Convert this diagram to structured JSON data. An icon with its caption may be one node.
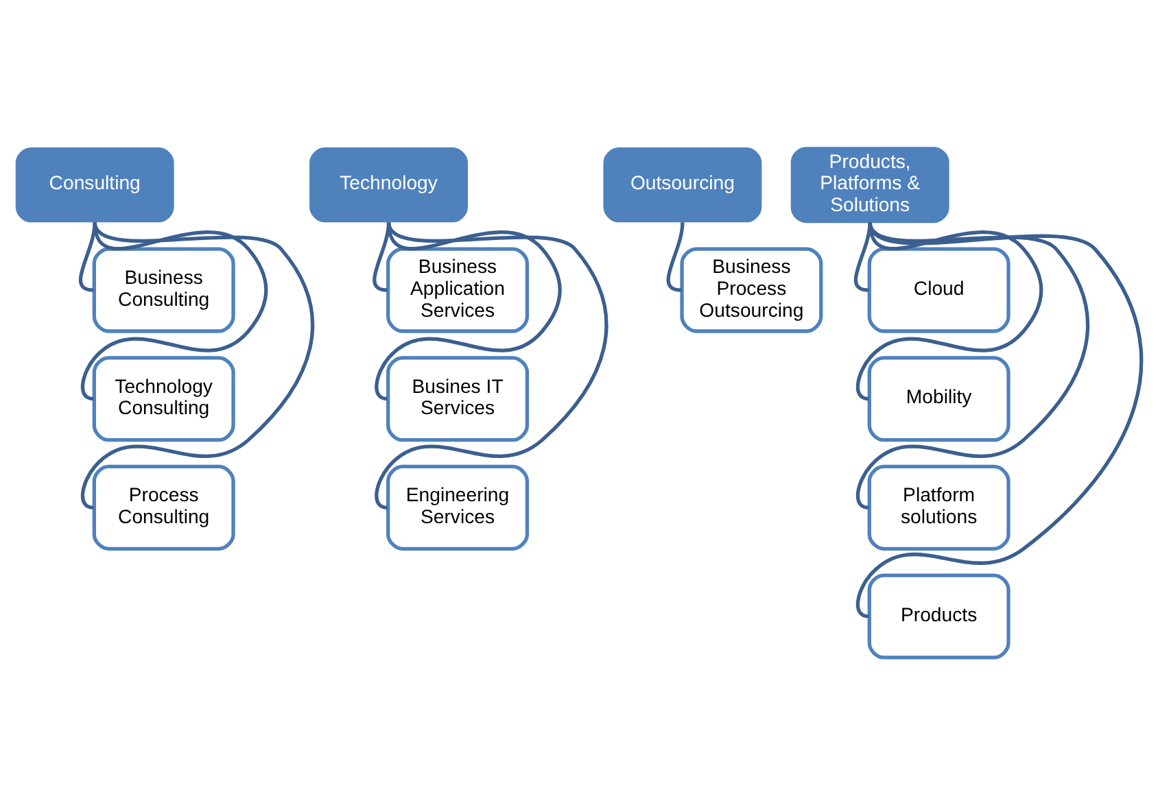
{
  "diagram": {
    "nodes": [
      {
        "text": [
          "Consulting"
        ]
      },
      {
        "text": [
          "Business Consulting"
        ]
      },
      {
        "text": [
          "Technology Consulting"
        ]
      },
      {
        "text": [
          "Process Consulting"
        ]
      },
      {
        "text": [
          "Technology"
        ]
      },
      {
        "text": [
          "Business Application Services"
        ]
      },
      {
        "text": [
          "Busines IT Services"
        ]
      },
      {
        "text": [
          "Engineering Services"
        ]
      },
      {
        "text": [
          "Outsourcing"
        ]
      },
      {
        "text": [
          "Business Process Outsourcing"
        ]
      },
      {
        "text": [
          "Products, Platforms & Solutions"
        ]
      },
      {
        "text": [
          "Cloud"
        ]
      },
      {
        "text": [
          "Mobility"
        ]
      },
      {
        "text": [
          "Platform solutions"
        ]
      },
      {
        "text": [
          "Products"
        ]
      }
    ],
    "edges": [
      {
        "from": 0,
        "to": 1,
        "arrow": "none"
      },
      {
        "from": 0,
        "to": 2,
        "arrow": "none"
      },
      {
        "from": 0,
        "to": 3,
        "arrow": "none"
      },
      {
        "from": 4,
        "to": 5,
        "arrow": "none"
      },
      {
        "from": 4,
        "to": 6,
        "arrow": "none"
      },
      {
        "from": 4,
        "to": 7,
        "arrow": "none"
      },
      {
        "from": 8,
        "to": 9,
        "arrow": "none"
      },
      {
        "from": 10,
        "to": 11,
        "arrow": "none"
      },
      {
        "from": 10,
        "to": 12,
        "arrow": "none"
      },
      {
        "from": 10,
        "to": 13,
        "arrow": "none"
      },
      {
        "from": 10,
        "to": 14,
        "arrow": "none"
      }
    ]
  }
}
